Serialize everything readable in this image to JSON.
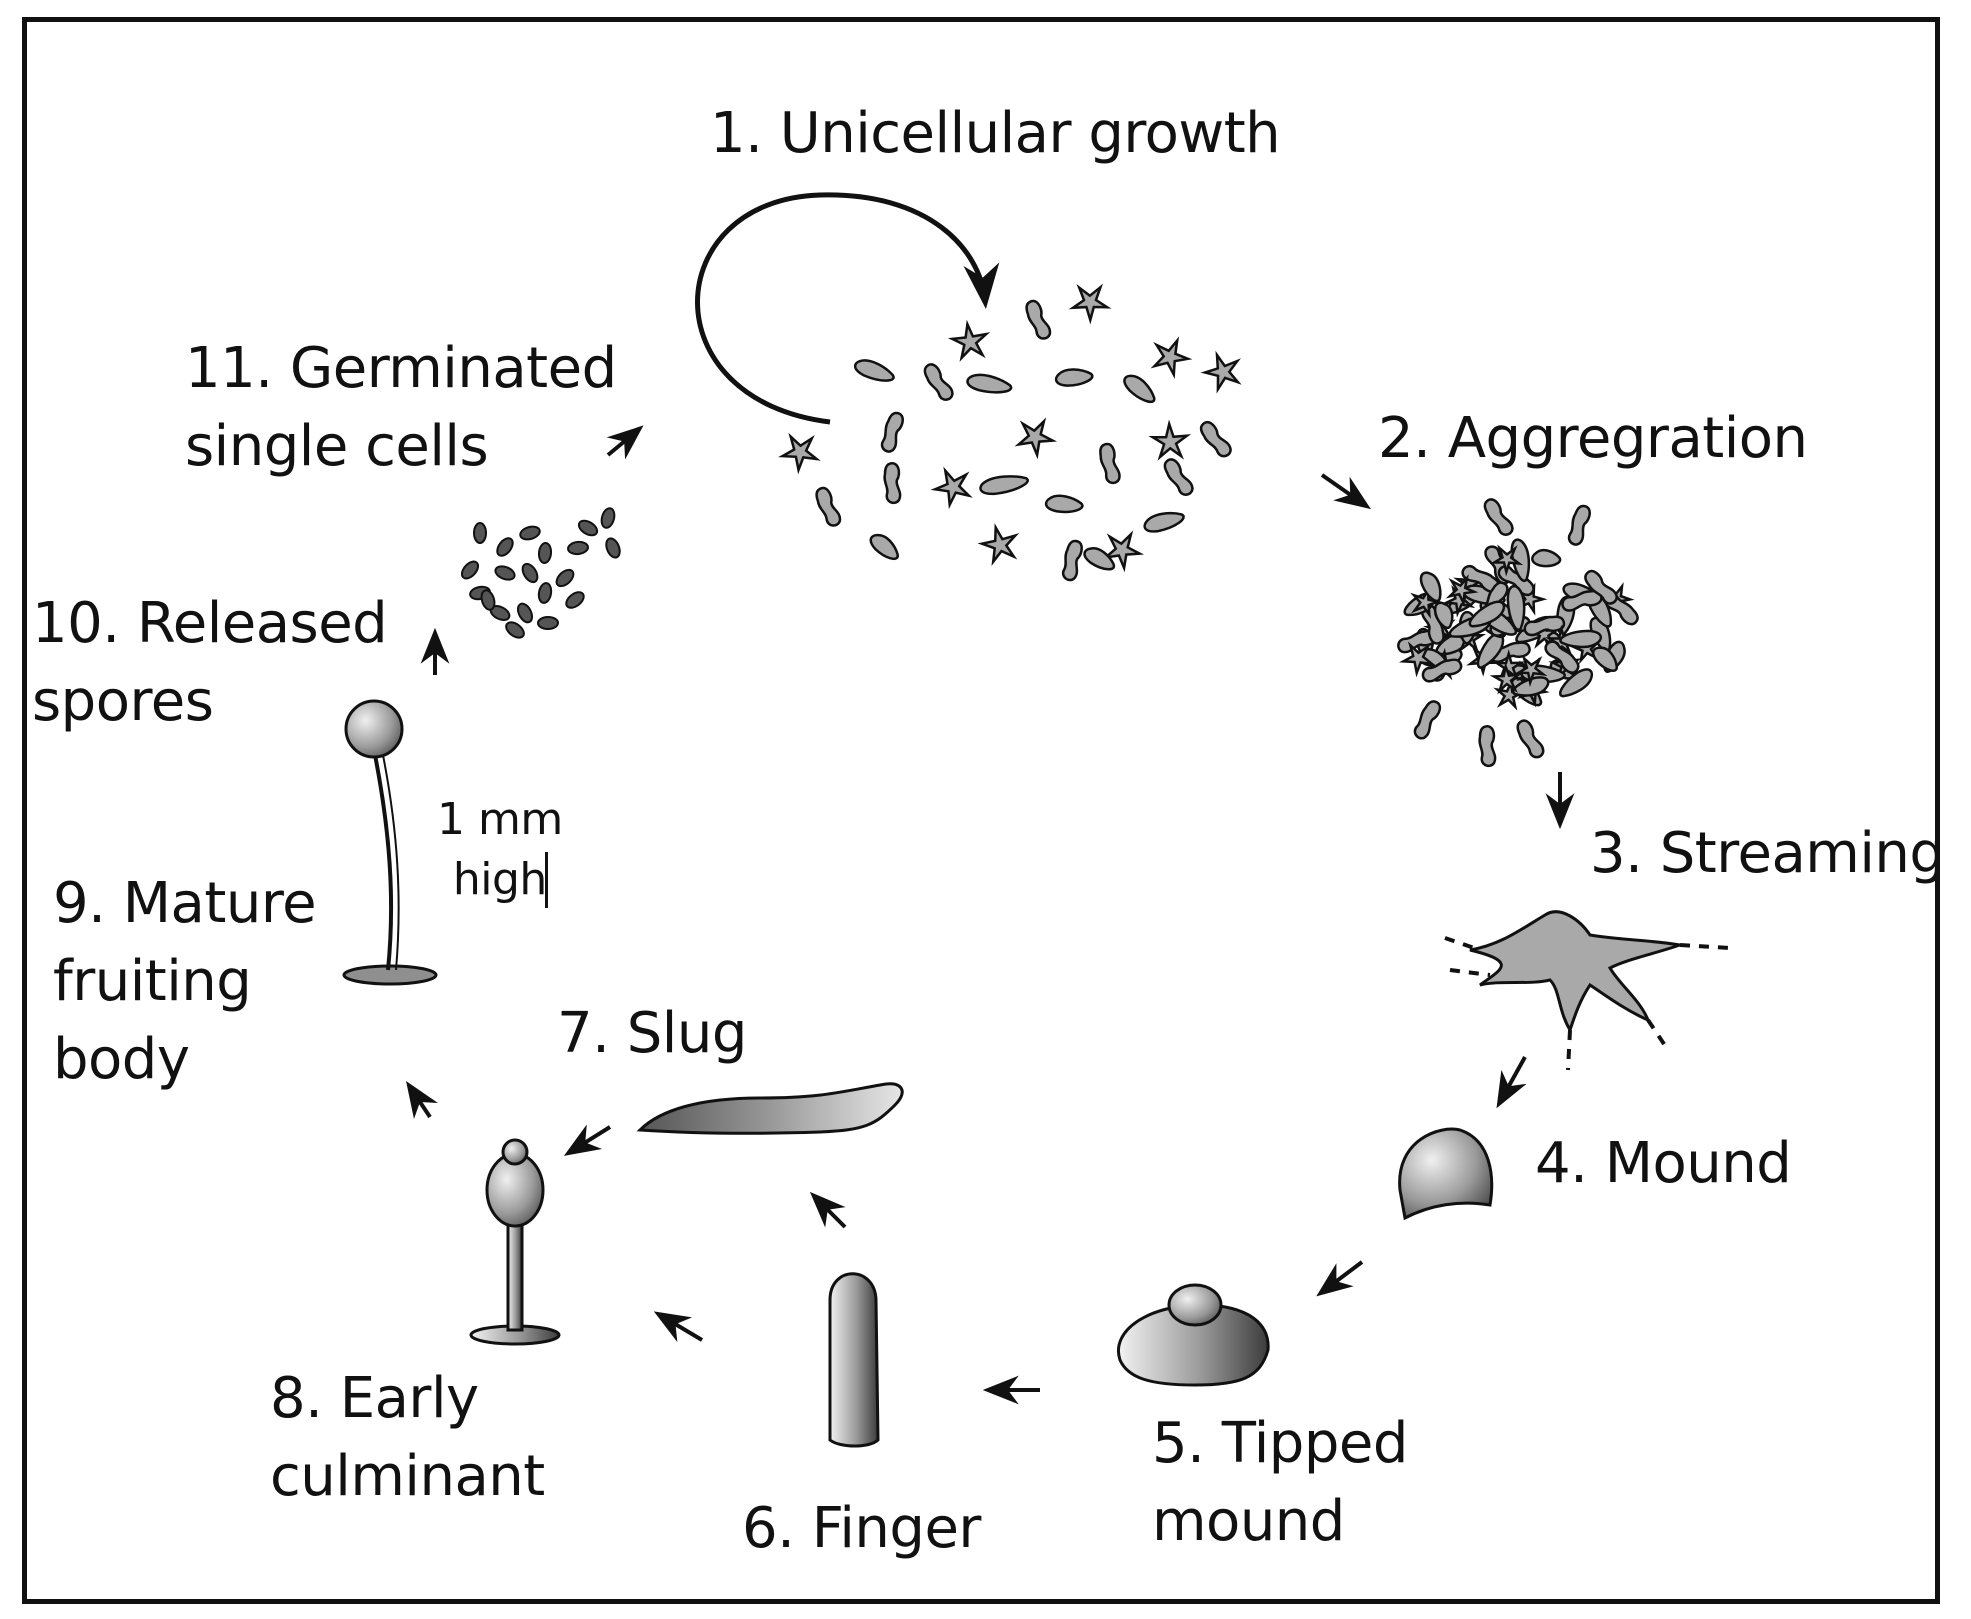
{
  "colors": {
    "ink": "#111111",
    "cell_fill": "#a9a9a9",
    "body_fill": "#8f8f8f",
    "background": "#ffffff"
  },
  "stages": [
    {
      "label": "1. Unicellular growth"
    },
    {
      "label": "2. Aggregration"
    },
    {
      "label": "3. Streaming"
    },
    {
      "label": "4. Mound"
    },
    {
      "label": "5. Tipped\nmound"
    },
    {
      "label": "6. Finger"
    },
    {
      "label": "7. Slug"
    },
    {
      "label": "8. Early\nculminant"
    },
    {
      "label": "9. Mature\nfruiting\nbody"
    },
    {
      "label": "10. Released\nspores"
    },
    {
      "label": "11. Germinated\nsingle cells"
    }
  ],
  "scale_note": "1 mm\nhigh"
}
